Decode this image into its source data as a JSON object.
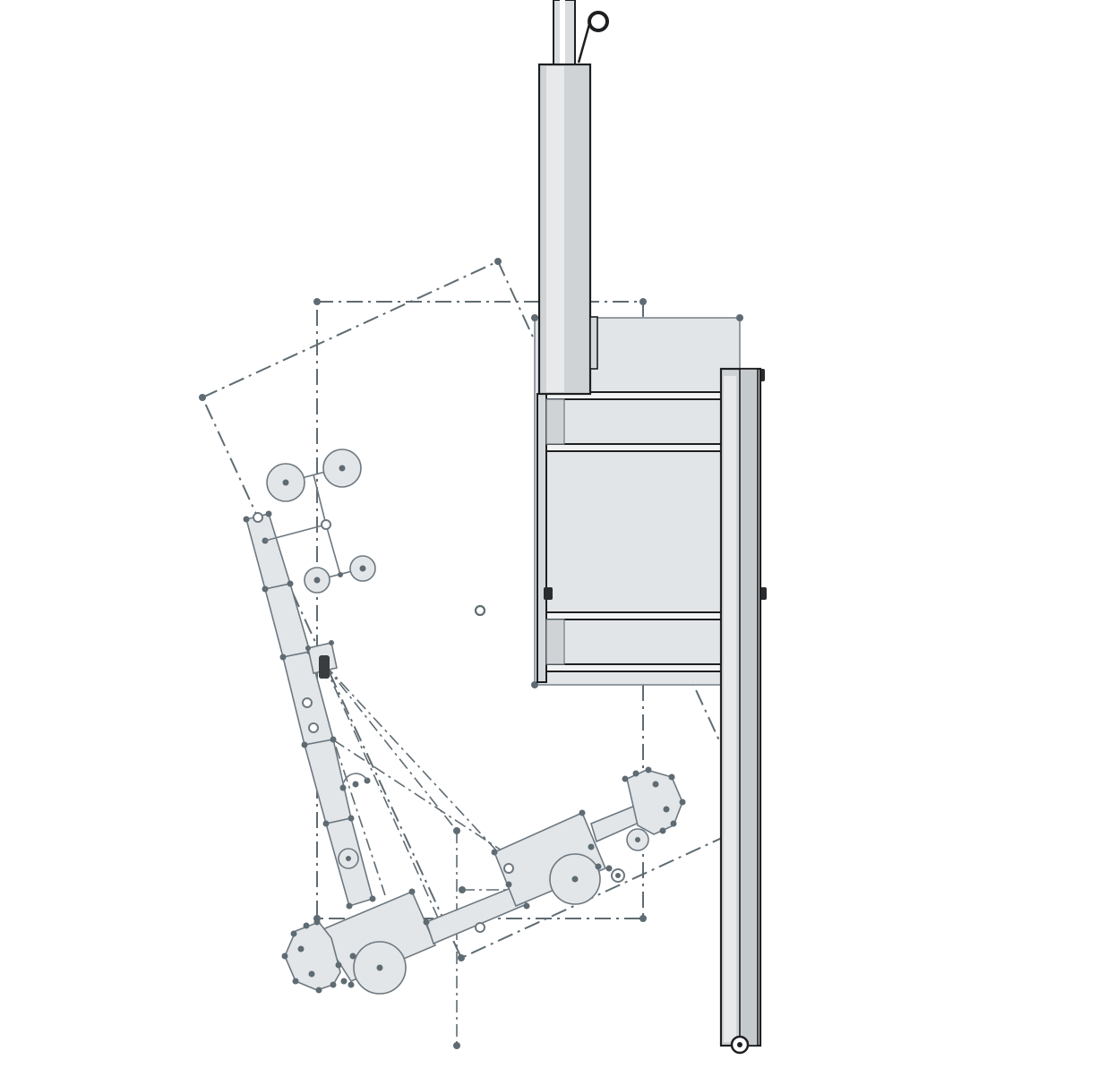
{
  "diagram": {
    "colors": {
      "background": "#ffffff",
      "ghost_fill": "#e3e6e9",
      "ghost_stroke": "#6d7880",
      "construction_line": "#5f6b72",
      "metal_fill": "#cfd3d6",
      "metal_stroke": "#1e1f21"
    },
    "parts": [
      "mounting-post",
      "mast-tube",
      "carriage-bracket",
      "vertical-rail",
      "wheelchair-ghost-outline",
      "leg-rest",
      "seat-frame",
      "footplate",
      "rear-wheels"
    ]
  }
}
